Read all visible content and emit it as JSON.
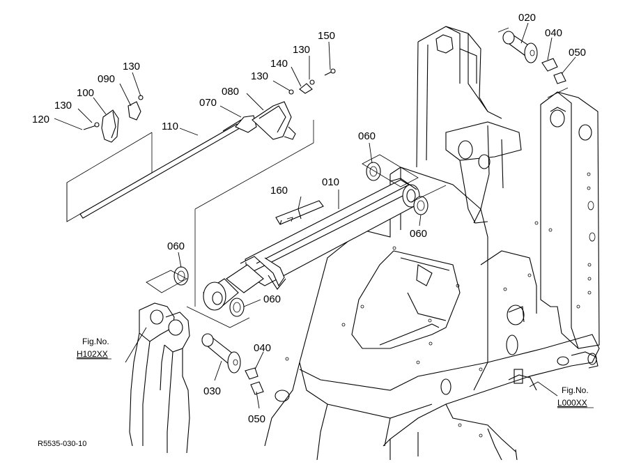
{
  "callouts": {
    "c010": "010",
    "c020": "020",
    "c030": "030",
    "c040_top": "040",
    "c040_bottom": "040",
    "c050_top": "050",
    "c050_bottom": "050",
    "c060_a": "060",
    "c060_b": "060",
    "c060_c": "060",
    "c060_d": "060",
    "c070": "070",
    "c080": "080",
    "c090": "090",
    "c100": "100",
    "c110": "110",
    "c120": "120",
    "c130_a": "130",
    "c130_b": "130",
    "c130_c": "130",
    "c130_d": "130",
    "c140": "140",
    "c150": "150",
    "c160": "160"
  },
  "fig_refs": {
    "left": {
      "line1": "Fig.No.",
      "line2": "H102XX"
    },
    "right": {
      "line1": "Fig.No.",
      "line2": "L000XX"
    }
  },
  "drawing_id": "R5535-030-10"
}
